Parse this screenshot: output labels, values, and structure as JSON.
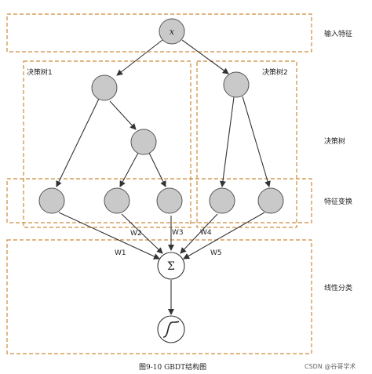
{
  "input_node_label": "x",
  "tree1_label": "决策树1",
  "tree2_label": "决策树2",
  "layer_labels": {
    "input_feature": "输入特征",
    "decision_tree": "决策树",
    "feature_transform": "特征变换",
    "linear_classifier": "线性分类"
  },
  "weights": {
    "w1": "W1",
    "w2": "W2",
    "w3": "W3",
    "w4": "W4",
    "w5": "W5"
  },
  "sum_symbol": "Σ",
  "caption": "图9-10 GBDT结构图",
  "watermark": "CSDN @谷哥学术",
  "colors": {
    "box_border": "#cd8a3a",
    "node_fill": "#c9c9c9",
    "node_stroke": "#555555",
    "arrow": "#333333"
  }
}
